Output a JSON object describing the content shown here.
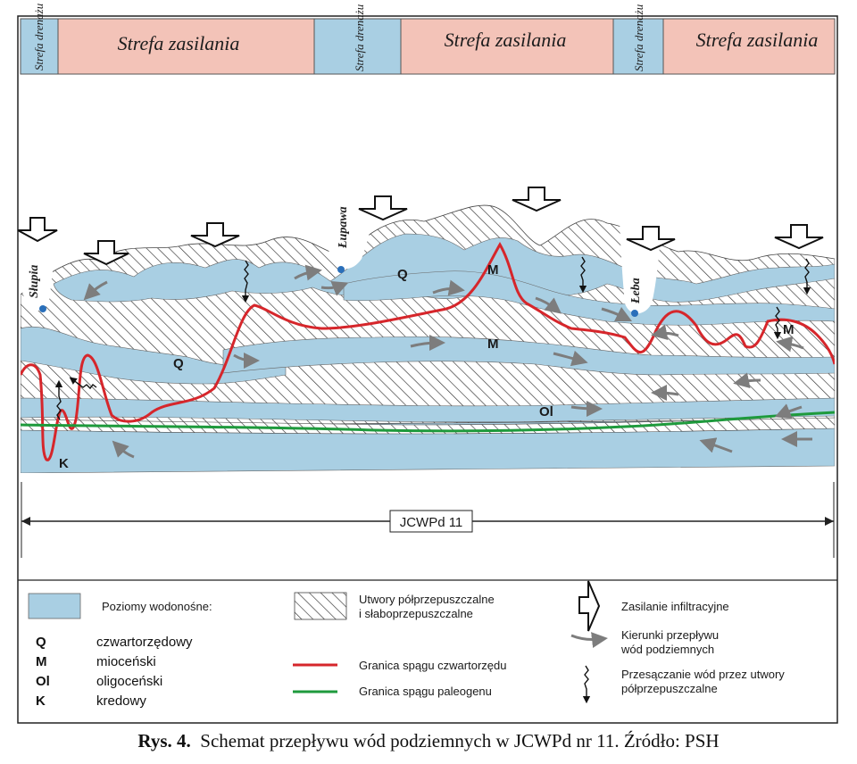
{
  "zones": [
    {
      "label": "Strefa drenażu",
      "kind": "drainage"
    },
    {
      "label": "Strefa zasilania",
      "kind": "recharge"
    },
    {
      "label": "Strefa drenażu",
      "kind": "drainage"
    },
    {
      "label": "Strefa zasilania",
      "kind": "recharge"
    },
    {
      "label": "Strefa drenażu",
      "kind": "drainage"
    },
    {
      "label": "Strefa zasilania",
      "kind": "recharge"
    }
  ],
  "rivers": {
    "slupia": "Słupia",
    "lupawa": "Łupawa",
    "leba": "Łeba"
  },
  "layer_labels": {
    "q1": "Q",
    "q2": "Q",
    "m1": "M",
    "m2": "M",
    "m3": "M",
    "ol": "Ol",
    "k": "K"
  },
  "scale_label": "JCWPd 11",
  "legend": {
    "aquifers_title": "Poziomy wodonośne:",
    "semi_permeable_line1": "Utwory półprzepuszczalne",
    "semi_permeable_line2": "i słaboprzepuszczalne",
    "infiltration": "Zasilanie infiltracyjne",
    "flow_line1": "Kierunki przepływu",
    "flow_line2": "wód podziemnych",
    "seepage_line1": "Przesączanie wód przez utwory",
    "seepage_line2": "półprzepuszczalne",
    "quaternary_base": "Granica spągu czwartorzędu",
    "paleogene_base": "Granica spągu paleogenu",
    "codes": [
      {
        "code": "Q",
        "desc": "czwartorzędowy"
      },
      {
        "code": "M",
        "desc": "mioceński"
      },
      {
        "code": "Ol",
        "desc": "oligoceński"
      },
      {
        "code": "K",
        "desc": "kredowy"
      }
    ]
  },
  "caption": {
    "lead": "Rys. 4.",
    "text": "Schemat przepływu wód podziemnych w JCWPd nr 11. Źródło: PSH"
  },
  "colors": {
    "aquifer": "#a9cfe3",
    "drainage_zone": "#a9cfe3",
    "recharge_zone": "#f3c3b8",
    "quaternary_base": "#d6262b",
    "paleogene_base": "#1e9a3c",
    "flow_arrow": "#7d7d7d",
    "spring": "#2a6fba"
  },
  "icons": [
    "infiltration-arrow-icon",
    "flow-arrow-icon",
    "seepage-arrow-icon",
    "spring-icon"
  ]
}
